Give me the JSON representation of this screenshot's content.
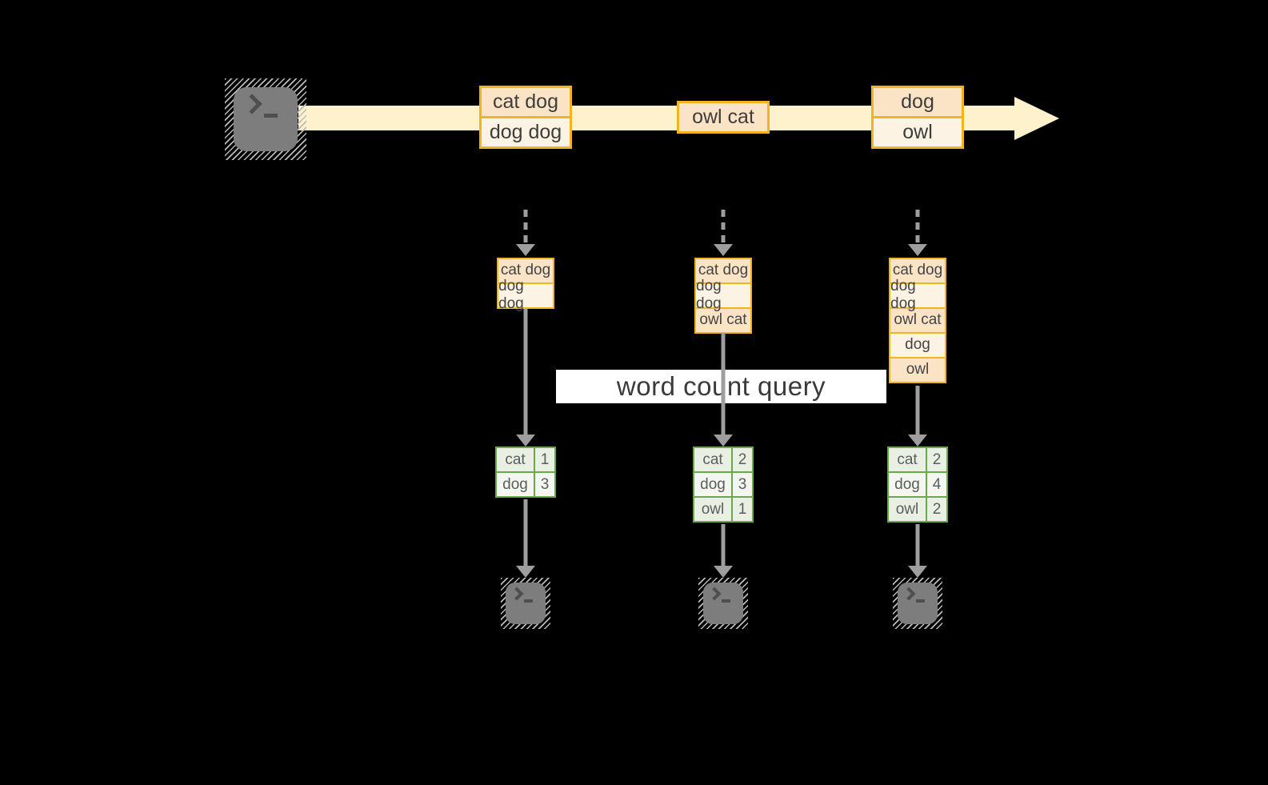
{
  "query_label": "word count query",
  "stream": {
    "source_icon": "terminal",
    "records": [
      {
        "lines": [
          "cat dog",
          "dog dog"
        ]
      },
      {
        "lines": [
          "owl cat"
        ]
      },
      {
        "lines": [
          "dog",
          "owl"
        ]
      }
    ]
  },
  "snapshots": [
    {
      "buffer": [
        "cat dog",
        "dog dog"
      ],
      "counts": [
        {
          "word": "cat",
          "count": "1"
        },
        {
          "word": "dog",
          "count": "3"
        }
      ]
    },
    {
      "buffer": [
        "cat dog",
        "dog dog",
        "owl cat"
      ],
      "counts": [
        {
          "word": "cat",
          "count": "2"
        },
        {
          "word": "dog",
          "count": "3"
        },
        {
          "word": "owl",
          "count": "1"
        }
      ]
    },
    {
      "buffer": [
        "cat dog",
        "dog dog",
        "owl cat",
        "dog",
        "owl"
      ],
      "counts": [
        {
          "word": "cat",
          "count": "2"
        },
        {
          "word": "dog",
          "count": "4"
        },
        {
          "word": "owl",
          "count": "2"
        }
      ]
    }
  ],
  "colors": {
    "background": "#000000",
    "stream_fill": "#fdf2cb",
    "record_border": "#f0b41e",
    "record_fill_dark": "#fbe4c6",
    "record_fill_light": "#fdf3e4",
    "table_border": "#6aa74e",
    "table_fill_dark": "#e9efe2",
    "table_fill_light": "#f4f7f1",
    "arrow_gray": "#9e9e9e",
    "terminal_gray": "#7d7d7d",
    "text_dark": "#3d3d3d"
  }
}
